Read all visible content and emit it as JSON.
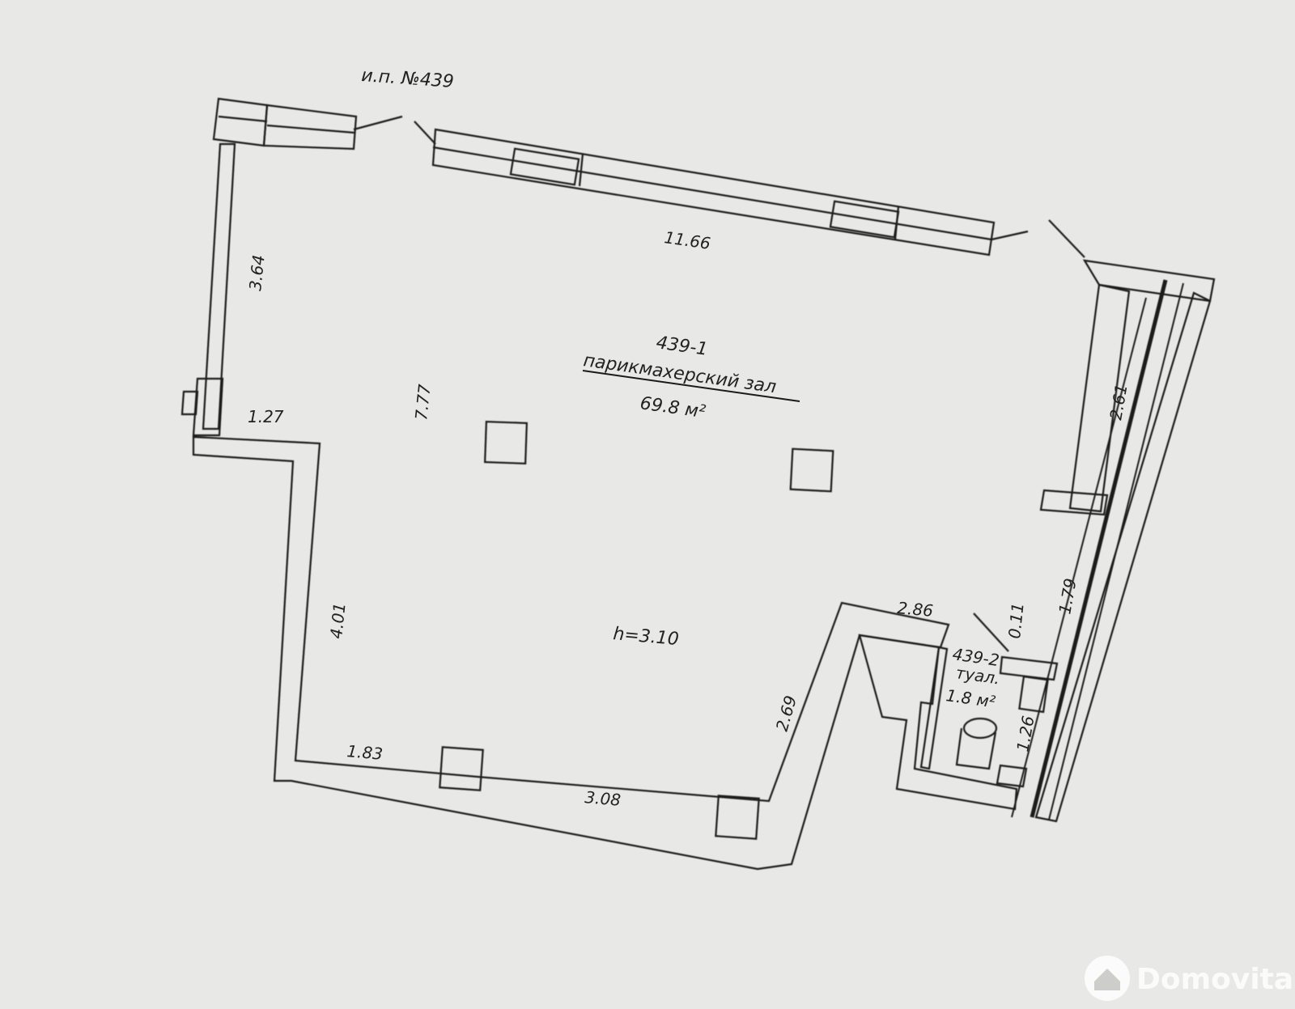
{
  "plan": {
    "unit_label": "и.п. №439",
    "room1": {
      "number": "439-1",
      "name": "парикмахерский зал",
      "area": "69.8 м²",
      "height": "h=3.10"
    },
    "room2": {
      "number": "439-2",
      "name": "туал.",
      "area": "1.8 м²"
    },
    "dimensions": {
      "top_wall": "11.66",
      "left_upper": "3.64",
      "left_step": "1.27",
      "left_lower": "4.01",
      "inner_height": "7.77",
      "right_upper": "2.61",
      "right_middle": "1.79",
      "bottom_left": "1.83",
      "bottom_middle": "3.08",
      "bottom_slant": "2.69",
      "toilet_top": "2.86",
      "toilet_gap": "0.11",
      "toilet_side": "1.26"
    }
  },
  "watermark": {
    "brand": "Domovita",
    "icon": "domovita-logo-icon"
  }
}
